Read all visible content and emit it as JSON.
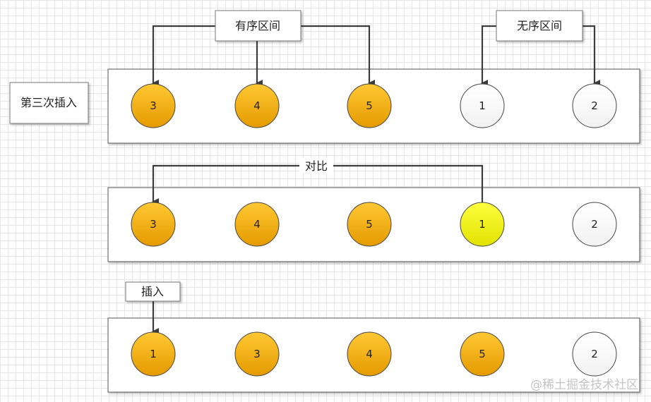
{
  "side_label": "第三次插入",
  "labels": {
    "ordered_range": "有序区间",
    "unordered_range": "无序区间",
    "compare": "对比",
    "insert": "插入"
  },
  "watermark": "@稀土掘金技术社区",
  "colors": {
    "ordered_fill": "#f2a900",
    "unordered_fill": "#ffffff",
    "current_fill": "#f0f000",
    "stroke": "#444444",
    "arrow": "#3c3c3c"
  },
  "rows": [
    {
      "nodes": [
        {
          "value": "3",
          "state": "ordered"
        },
        {
          "value": "4",
          "state": "ordered"
        },
        {
          "value": "5",
          "state": "ordered"
        },
        {
          "value": "1",
          "state": "unordered"
        },
        {
          "value": "2",
          "state": "unordered"
        }
      ]
    },
    {
      "nodes": [
        {
          "value": "3",
          "state": "ordered"
        },
        {
          "value": "4",
          "state": "ordered"
        },
        {
          "value": "5",
          "state": "ordered"
        },
        {
          "value": "1",
          "state": "current"
        },
        {
          "value": "2",
          "state": "unordered"
        }
      ]
    },
    {
      "nodes": [
        {
          "value": "1",
          "state": "ordered"
        },
        {
          "value": "3",
          "state": "ordered"
        },
        {
          "value": "4",
          "state": "ordered"
        },
        {
          "value": "5",
          "state": "ordered"
        },
        {
          "value": "2",
          "state": "unordered"
        }
      ]
    }
  ]
}
